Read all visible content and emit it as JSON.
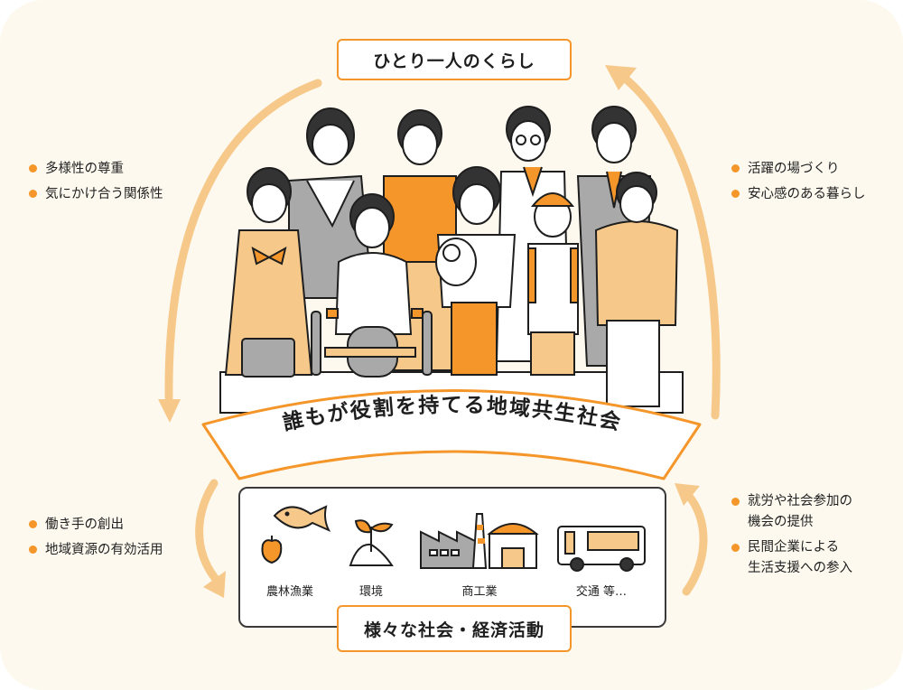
{
  "diagram": {
    "top_title": "ひとり一人のくらし",
    "center_banner": "誰もが役割を持てる地域共生社会",
    "bottom_title": "様々な社会・経済活動",
    "accent_color": "#f5962a",
    "arrow_color": "#f6c98a",
    "background_color": "#fdf9ef"
  },
  "bullets": {
    "top_left": [
      "多様性の尊重",
      "気にかけ合う関係性"
    ],
    "top_right": [
      "活躍の場づくり",
      "安心感のある暮らし"
    ],
    "bottom_left": [
      "働き手の創出",
      "地域資源の有効活用"
    ],
    "bottom_right": [
      {
        "line1": "就労や社会参加の",
        "line2": "機会の提供"
      },
      {
        "line1": "民間企業による",
        "line2": "生活支援への参入"
      }
    ]
  },
  "activities": [
    {
      "label": "農林漁業",
      "icon": "fish-apple-icon"
    },
    {
      "label": "環境",
      "icon": "sprout-icon"
    },
    {
      "label": "商工業",
      "icon": "factory-shop-icon"
    },
    {
      "label": "交通 等…",
      "icon": "bus-icon"
    }
  ],
  "people": [
    "schoolgirl",
    "businesswoman",
    "wheelchair-user",
    "elderly-man",
    "mother-with-baby",
    "doctor",
    "boy-with-cap",
    "businessman",
    "elderly-woman"
  ]
}
